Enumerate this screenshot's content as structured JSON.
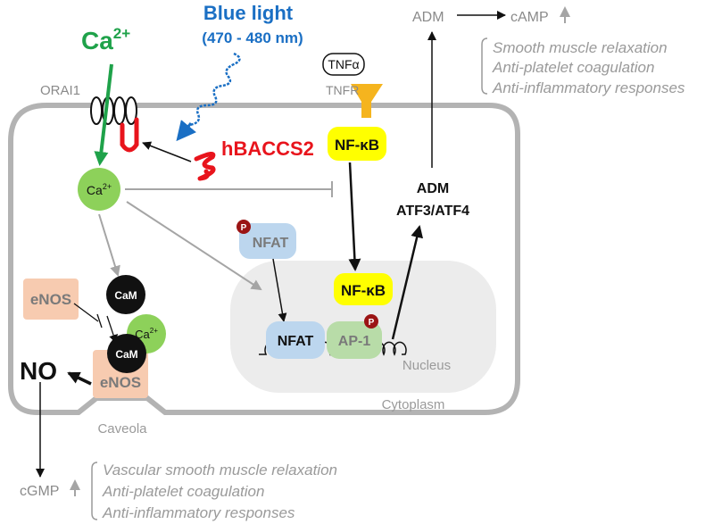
{
  "calcium_ext": {
    "base": "Ca",
    "sup": "2+"
  },
  "blue_light": {
    "title": "Blue light",
    "range": "(470 - 480 nm)"
  },
  "orai1": "ORAI1",
  "hbaccs2": "hBACCS2",
  "tnf": {
    "ligand": "TNFα",
    "receptor": "TNFR"
  },
  "nfkb": "NF-κB",
  "calcium_int": {
    "base": "Ca",
    "sup": "2+"
  },
  "nfat": "NFAT",
  "phospho": "P",
  "adm_atf": {
    "adm": "ADM",
    "atf": "ATF3/ATF4"
  },
  "ap1": "AP-1",
  "nucleus": "Nucleus",
  "cytoplasm": "Cytoplasm",
  "caveola": "Caveola",
  "enos": "eNOS",
  "cam": "CaM",
  "no": "NO",
  "top_right": {
    "adm": "ADM",
    "camp": "cAMP",
    "effects": [
      "Smooth muscle relaxation",
      "Anti-platelet coagulation",
      "Anti-inflammatory responses"
    ]
  },
  "bottom_left": {
    "cgmp": "cGMP",
    "effects": [
      "Vascular smooth muscle relaxation",
      "Anti-platelet coagulation",
      "Anti-inflammatory responses"
    ]
  },
  "colors": {
    "ca_text": "#1fa24a",
    "ca_circle": "#8dd15a",
    "blue_light": "#1a6fc4",
    "hbaccs2": "#e8141c",
    "nfkb": "#ffff00",
    "tnfr": "#f5b41e",
    "enos_box": "#f7cbb0",
    "nfat_box": "#bcd6ee",
    "ap1_box": "#b8dca8",
    "nucleus": "#ececec",
    "cell_border": "#b3b3b3",
    "phospho": "#9b1414",
    "grey_text": "#9a9a9a"
  }
}
